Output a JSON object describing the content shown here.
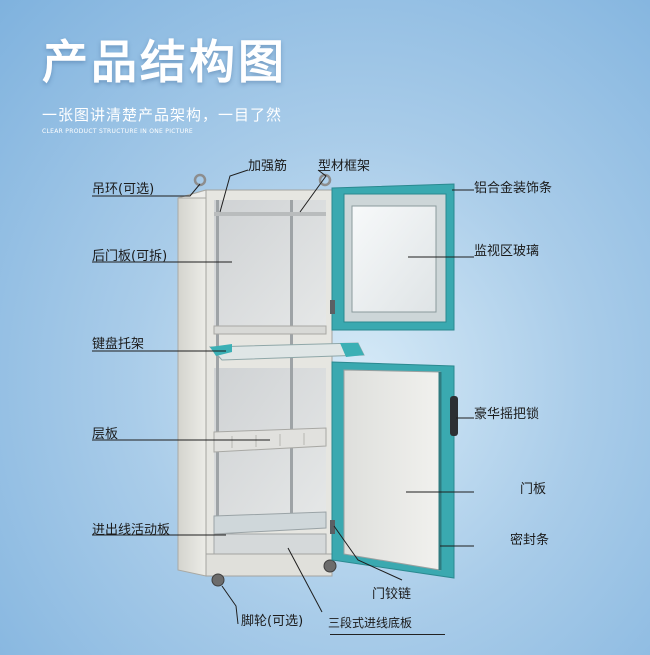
{
  "header": {
    "title": "产品结构图",
    "subtitle": "一张图讲清楚产品架构，一目了然",
    "tagline": "CLEAR PRODUCT STRUCTURE IN ONE PICTURE"
  },
  "callouts": {
    "lifting_ring": "吊环(可选)",
    "reinforcement_rib": "加强筋",
    "profile_frame": "型材框架",
    "aluminum_trim": "铝合金装饰条",
    "rear_door": "后门板(可拆)",
    "viewing_glass": "监视区玻璃",
    "keyboard_tray": "键盘托架",
    "handle_lock": "豪华摇把锁",
    "shelf": "层板",
    "door_panel": "门板",
    "cable_plate": "进出线活动板",
    "seal_strip": "密封条",
    "hinge": "门铰链",
    "casters": "脚轮(可选)",
    "bottom_plate": "三段式进线底板"
  },
  "colors": {
    "background": "#a9cce9",
    "cabinet_body": "#e3e3de",
    "door_frame": "#35a6ad",
    "title_text": "#ffffff",
    "label_text": "#1b1b1b"
  }
}
